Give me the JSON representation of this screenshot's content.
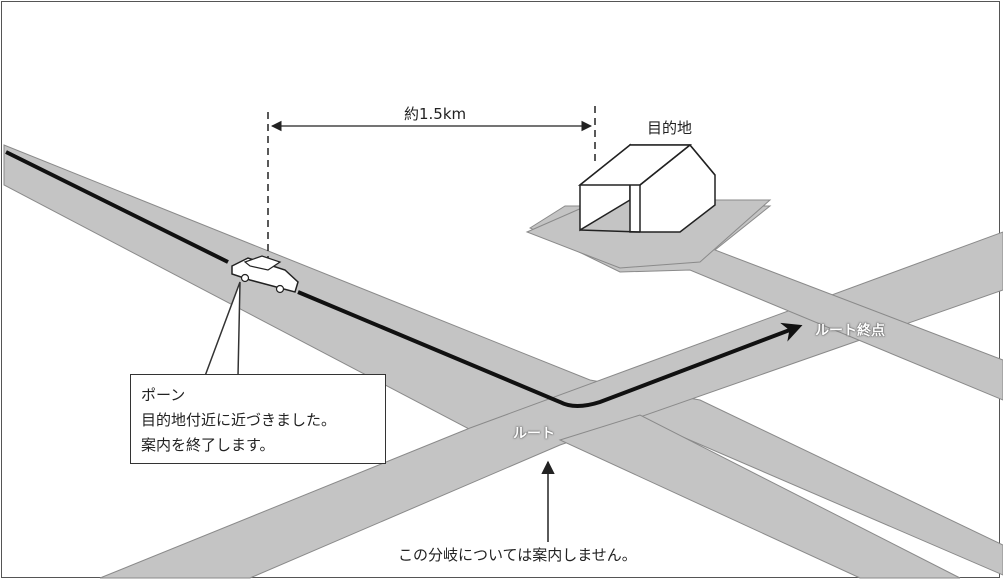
{
  "distance_label": "約1.5km",
  "destination_label": "目的地",
  "route_end_label": "ルート終点",
  "route_label": "ルート",
  "callout": {
    "lines": [
      "ポーン",
      "目的地付近に近づきました。",
      "案内を終了します。"
    ]
  },
  "branch_note": "この分岐については案内しません。",
  "colors": {
    "road": "#c4c4c4",
    "road_edge": "#8a8a8a",
    "route_line": "#111111",
    "background": "#ffffff"
  }
}
